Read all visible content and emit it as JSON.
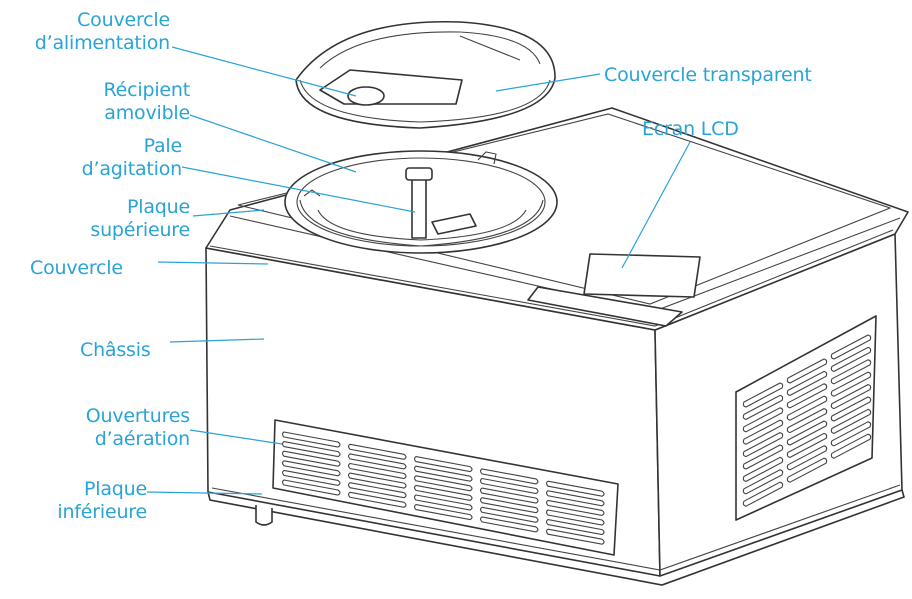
{
  "labels": {
    "couvercle_alimentation": [
      "Couvercle",
      "d’alimentation"
    ],
    "recipient_amovible": [
      "Récipient",
      "amovible"
    ],
    "pale_agitation": [
      "Pale",
      "d’agitation"
    ],
    "plaque_superieure": [
      "Plaque",
      "supérieure"
    ],
    "couvercle": "Couvercle",
    "chassis": "Châssis",
    "ouvertures_aeration": [
      "Ouvertures",
      "d’aération"
    ],
    "plaque_inferieure": [
      "Plaque",
      "inférieure"
    ],
    "couvercle_transparent": "Couvercle transparent",
    "ecran_lcd": "Ecran LCD"
  },
  "colors": {
    "label": "#2aa3d6",
    "line_drawing": "#333333",
    "background": "#ffffff"
  }
}
